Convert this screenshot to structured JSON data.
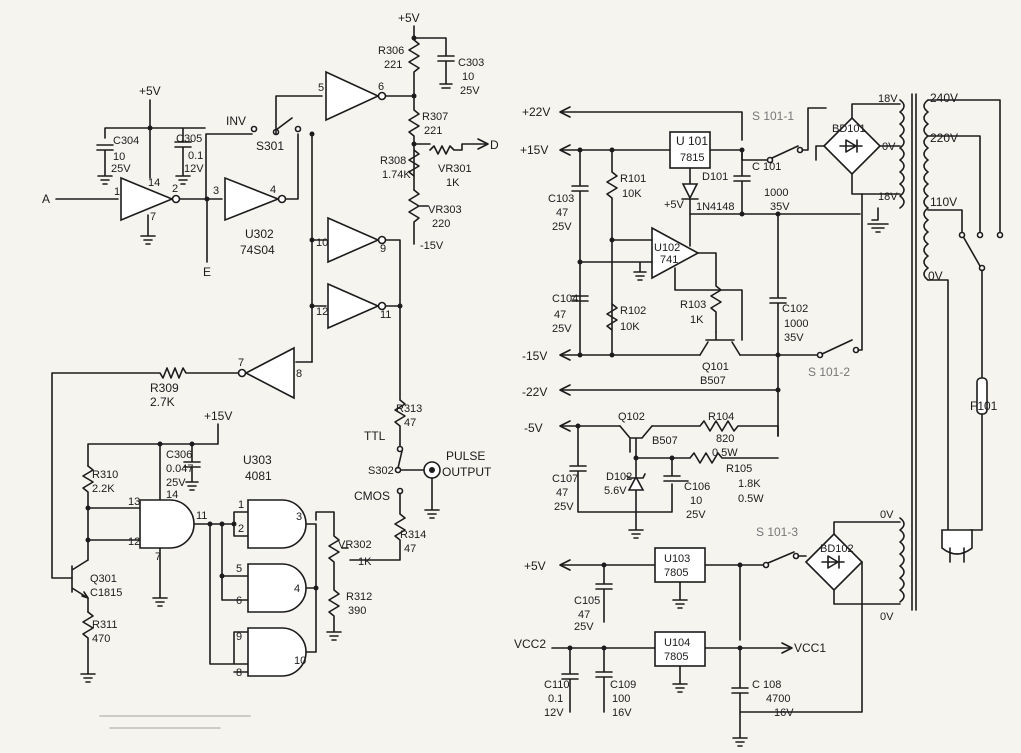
{
  "palette": {
    "paper": "#f6f4ef",
    "ink": "#1c1c1c",
    "faint": "#777777"
  },
  "pulse": {
    "rail_5v_top": "+5V",
    "rail_5v_left": "+5V",
    "rail_15v": "+15V",
    "rail_m15v": "-15V",
    "input_a": "A",
    "label_e": "E",
    "label_d": "D",
    "inv": "INV",
    "s301": "S301",
    "u302": "U302",
    "u302_type": "74S04",
    "u303": "U303",
    "u303_type": "4081",
    "p1": "1",
    "p2": "2",
    "p3": "3",
    "p4": "4",
    "p5": "5",
    "p6": "6",
    "p7": "7",
    "p8": "8",
    "p9": "9",
    "p10": "10",
    "p11": "11",
    "p12": "12",
    "p13": "13",
    "p14": "14",
    "c304": "C304",
    "c304_v": "10",
    "c304_r": "25V",
    "c305": "C305",
    "c305_v": "0.1",
    "c305_r": "12V",
    "r306": "R306",
    "r306_v": "221",
    "c303": "C303",
    "c303_v": "10",
    "c303_r": "25V",
    "r307": "R307",
    "r307_v": "221",
    "r308": "R308",
    "r308_v": "1.74K",
    "vr301": "VR301",
    "vr301_v": "1K",
    "vr303": "VR303",
    "vr303_v": "220",
    "r309": "R309",
    "r309_v": "2.7K",
    "c306": "C306",
    "c306_v": "0.047",
    "c306_r": "25V",
    "r310": "R310",
    "r310_v": "2.2K",
    "q301": "Q301",
    "q301_t": "C1815",
    "r311": "R311",
    "r311_v": "470",
    "r313": "R313",
    "r313_v": "47",
    "ttl": "TTL",
    "s302": "S302",
    "pulse_out_1": "PULSE",
    "pulse_out_2": "OUTPUT",
    "cmos": "CMOS",
    "r314": "R314",
    "r314_v": "47",
    "vr302": "VR302",
    "vr302_v": "1K",
    "r312": "R312",
    "r312_v": "390"
  },
  "supply": {
    "p22": "+22V",
    "p15": "+15V",
    "m15": "-15V",
    "m22": "-22V",
    "m5": "-5V",
    "p5": "+5V",
    "vcc2": "VCC2",
    "vcc1": "VCC1",
    "u101": "U 101",
    "u101_t": "7815",
    "d101": "D101",
    "d101_t": "1N4148",
    "c101": "C 101",
    "c101_v": "1000",
    "c101_r": "35V",
    "p5b": "+5V",
    "c103": "C103",
    "c103_v": "47",
    "c103_r": "25V",
    "c104": "C104",
    "c104_v": "47",
    "c104_r": "25V",
    "r101": "R101",
    "r101_v": "10K",
    "r102": "R102",
    "r102_v": "10K",
    "u102": "U102",
    "u102_t": "741",
    "r103": "R103",
    "r103_v": "1K",
    "q101": "Q101",
    "q101_t": "B507",
    "c102": "C102",
    "c102_v": "1000",
    "c102_r": "35V",
    "s1011": "S 101-1",
    "s1012": "S 101-2",
    "s1013": "S 101-3",
    "bd101": "BD101",
    "bd102": "BD102",
    "q102": "Q102",
    "q102_t": "B507",
    "r104": "R104",
    "r104_v": "820",
    "r104_w": "0.5W",
    "r105": "R105",
    "r105_v": "1.8K",
    "r105_w": "0.5W",
    "c107": "C107",
    "c107_v": "47",
    "c107_r": "25V",
    "d102": "D102",
    "d102_v": "5.6V",
    "c106": "C106",
    "c106_v": "10",
    "c106_r": "25V",
    "u103": "U103",
    "u103_t": "7805",
    "c105": "C105",
    "c105_v": "47",
    "c105_r": "25V",
    "u104": "U104",
    "u104_t": "7805",
    "c110": "C110",
    "c110_v": "0.1",
    "c110_r": "12V",
    "c109": "C109",
    "c109_v": "100",
    "c109_r": "16V",
    "c108": "C 108",
    "c108_v": "4700",
    "c108_r": "16V"
  },
  "xfmr": {
    "s18a": "18V",
    "s0a": "0V",
    "s18b": "18V",
    "p240": "240V",
    "p220": "220V",
    "p110": "110V",
    "p0": "0V",
    "f101": "F101",
    "s0c": "0V",
    "s0d": "0V"
  }
}
